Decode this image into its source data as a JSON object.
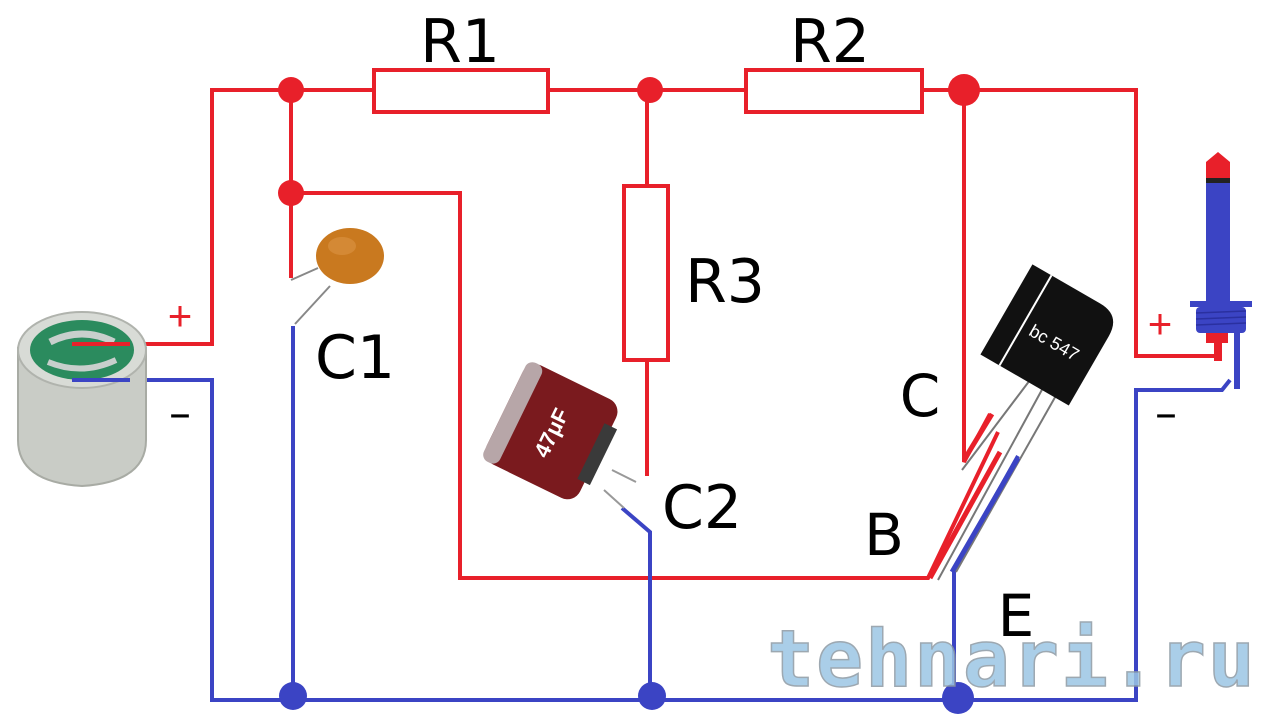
{
  "diagram": {
    "title": "Electret microphone preamplifier on BC547",
    "colors": {
      "positive_wire": "#e8202a",
      "negative_wire": "#3b44c4",
      "label": "#000000",
      "watermark": "#9cc6e4"
    },
    "labels": {
      "r1": "R1",
      "r2": "R2",
      "r3": "R3",
      "c1": "C1",
      "c2": "C2",
      "collector": "C",
      "base": "B",
      "emitter": "E",
      "mic_plus": "+",
      "mic_minus": "–",
      "jack_plus": "+",
      "jack_minus": "–"
    },
    "components": {
      "capacitor_c2_marking": "47μF",
      "transistor_marking": "bc 547"
    },
    "watermark": "tehnari.ru"
  }
}
